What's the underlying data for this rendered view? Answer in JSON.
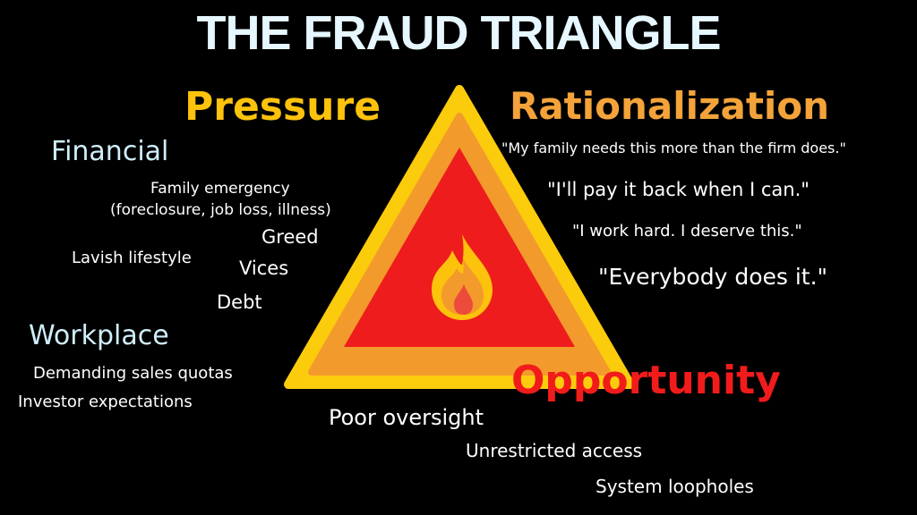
{
  "title": "THE FRAUD TRIANGLE",
  "colors": {
    "pressure": "#fcc20c",
    "rationalization": "#f3a33a",
    "opportunity": "#f21b1b",
    "triangle_outer": "#fbcc0c",
    "triangle_middle": "#f39a2c",
    "triangle_inner": "#ee1c1c",
    "category_text": "#cfeefa",
    "item_text": "#ffffff"
  },
  "pressure": {
    "label": "Pressure",
    "financial": {
      "label": "Financial",
      "items": {
        "family_emergency_1": "Family emergency",
        "family_emergency_2": "(foreclosure, job loss, illness)",
        "greed": "Greed",
        "lavish": "Lavish lifestyle",
        "vices": "Vices",
        "debt": "Debt"
      }
    },
    "workplace": {
      "label": "Workplace",
      "items": {
        "quotas": "Demanding sales quotas",
        "investor": "Investor expectations"
      }
    }
  },
  "rationalization": {
    "label": "Rationalization",
    "quotes": [
      "\"My family needs this more than the firm does.\"",
      "\"I'll pay it back when I can.\"",
      "\"I work hard. I deserve this.\"",
      "\"Everybody does it.\""
    ]
  },
  "opportunity": {
    "label": "Opportunity",
    "items": [
      "Poor oversight",
      "Unrestricted access",
      "System loopholes"
    ]
  },
  "center_icon": "flame-icon"
}
